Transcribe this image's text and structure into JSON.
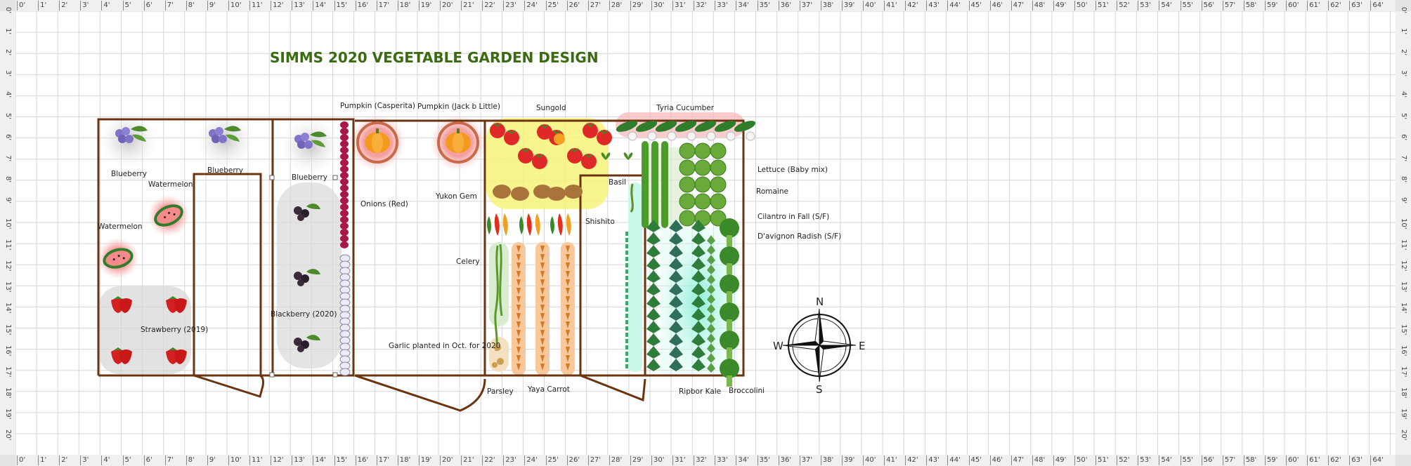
{
  "title": "SIMMS 2020 VEGETABLE GARDEN DESIGN",
  "ruler": {
    "x_labels": [
      "0'",
      "1'",
      "2'",
      "3'",
      "4'",
      "5'",
      "6'",
      "7'",
      "8'",
      "9'",
      "10'",
      "11'",
      "12'",
      "13'",
      "14'",
      "15'",
      "16'",
      "17'",
      "18'",
      "19'",
      "20'",
      "21'",
      "22'",
      "23'",
      "24'",
      "25'",
      "26'",
      "27'",
      "28'",
      "29'",
      "30'",
      "31'",
      "32'",
      "33'",
      "34'",
      "35'",
      "36'",
      "37'",
      "38'",
      "39'",
      "40'",
      "41'",
      "42'",
      "43'",
      "44'",
      "45'",
      "46'",
      "47'",
      "48'",
      "49'",
      "50'",
      "51'",
      "52'",
      "53'",
      "54'",
      "55'",
      "56'",
      "57'",
      "58'",
      "59'",
      "60'",
      "61'",
      "62'",
      "63'",
      "64'"
    ],
    "y_labels": [
      "0'",
      "1'",
      "2'",
      "3'",
      "4'",
      "5'",
      "6'",
      "7'",
      "8'",
      "9'",
      "10'",
      "11'",
      "12'",
      "13'",
      "14'",
      "15'",
      "16'",
      "17'",
      "18'",
      "19'",
      "20'"
    ]
  },
  "labels": {
    "blueberry_1": "Blueberry",
    "blueberry_2": "Blueberry",
    "blueberry_3": "Blueberry",
    "watermelon_1": "Watermelon",
    "watermelon_2": "Watermelon",
    "strawberry": "Strawberry (2019)",
    "blackberry": "Blackberry (2020)",
    "pumpkin_casperita": "Pumpkin (Casperita)",
    "pumpkin_jack": "Pumpkin (Jack b Little)",
    "onions": "Onions (Red)",
    "garlic": "Garlic planted in Oct. for 2020",
    "sungold": "Sungold",
    "yukon": "Yukon Gem",
    "celery": "Celery",
    "parsley": "Parsley",
    "carrot": "Yaya Carrot",
    "basil": "Basil",
    "shishito": "Shishito",
    "cucumber": "Tyria Cucumber",
    "lettuce": "Lettuce (Baby mix)",
    "romaine": "Romaine",
    "cilantro": "Cilantro in Fall (S/F)",
    "radish": "D'avignon Radish (S/F)",
    "kale": "Ripbor Kale",
    "broccolini": "Broccolini"
  },
  "compass": {
    "n": "N",
    "s": "S",
    "e": "E",
    "w": "W"
  },
  "colors": {
    "bed_border": "#6b3410",
    "title": "#3a6b12",
    "grid": "#dcdcdc",
    "ruler_bg": "#f0f0f0"
  }
}
